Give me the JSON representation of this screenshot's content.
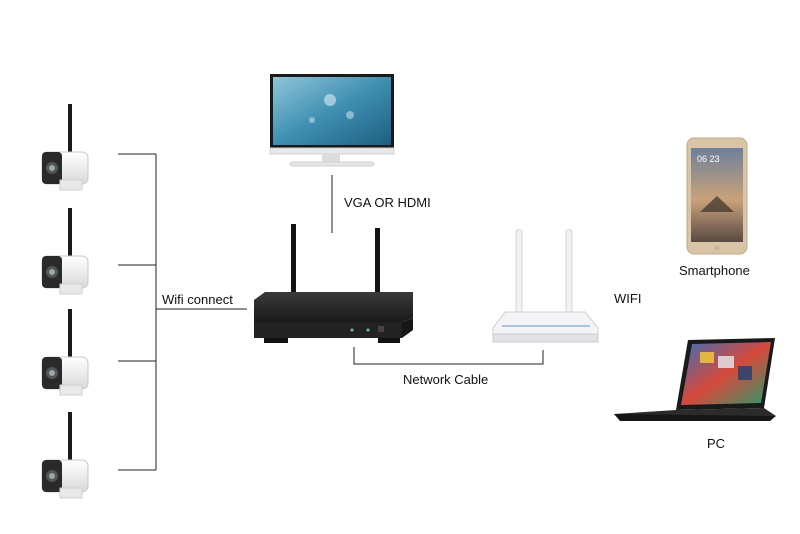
{
  "labels": {
    "wifi_connect": "Wifi connect",
    "vga_hdmi": "VGA OR HDMI",
    "network_cable": "Network Cable",
    "wifi": "WIFI",
    "smartphone": "Smartphone",
    "pc": "PC"
  },
  "phone": {
    "time": "06 23"
  },
  "devices": {
    "cameras": [
      "camera-1",
      "camera-2",
      "camera-3",
      "camera-4"
    ],
    "recorder": "nvr-recorder",
    "monitor": "monitor",
    "router": "wifi-router",
    "smartphone": "smartphone",
    "laptop": "laptop"
  },
  "colors": {
    "line": "#222222",
    "nvr_body": "#1e1e1e",
    "router_body": "#f4f4f6",
    "router_stripe": "#8fb3d6",
    "camera_body": "#f5f5f5",
    "screen_blue": "#2f7fa5",
    "phone_gold": "#d8c4a6"
  }
}
